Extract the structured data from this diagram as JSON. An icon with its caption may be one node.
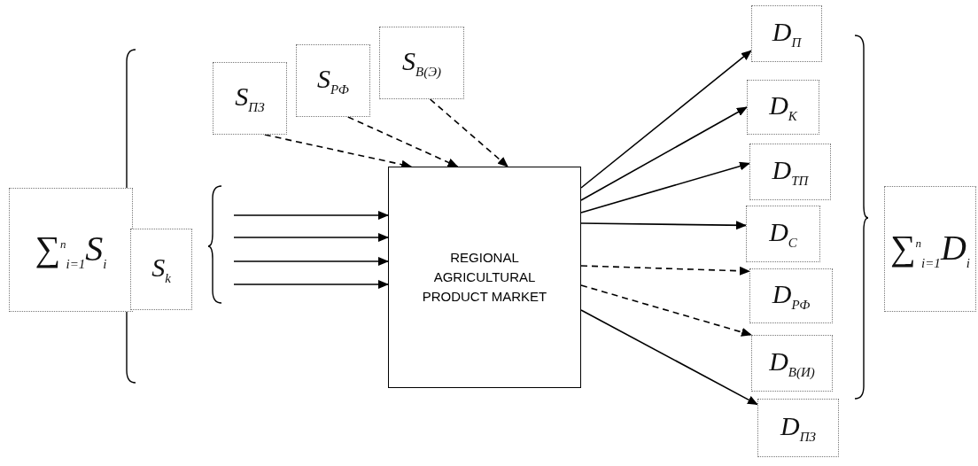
{
  "diagram": {
    "nodes": [
      {
        "text": [
          "∑$^{n}$$_{i=1}$S$_{i}$"
        ]
      },
      {
        "text": [
          "S$_{k}$"
        ]
      },
      {
        "text": [
          "S$_{ПЗ}$"
        ]
      },
      {
        "text": [
          "S$_{РФ}$"
        ]
      },
      {
        "text": [
          "S$_{В(Э)}$"
        ]
      },
      {
        "text": [
          "REGIONAL AGRICULTURAL PRODUCT MARKET"
        ]
      },
      {
        "text": [
          "D$_{П}$"
        ]
      },
      {
        "text": [
          "D$_{К}$"
        ]
      },
      {
        "text": [
          "D$_{ТП}$"
        ]
      },
      {
        "text": [
          "D$_{С}$"
        ]
      },
      {
        "text": [
          "D$_{РФ}$"
        ]
      },
      {
        "text": [
          "D$_{В(И)}$"
        ]
      },
      {
        "text": [
          "D$_{ПЗ}$"
        ]
      },
      {
        "text": [
          "∑$^{n}$$_{i=1}$D$_{i}$"
        ]
      }
    ],
    "edges": [
      {
        "from": null,
        "to": 5,
        "arrow": "to"
      },
      {
        "from": null,
        "to": 5,
        "arrow": "to"
      },
      {
        "from": null,
        "to": 5,
        "arrow": "to"
      },
      {
        "from": null,
        "to": 5,
        "arrow": "to"
      },
      {
        "from": 2,
        "to": 5,
        "arrow": "to",
        "style": "dashed"
      },
      {
        "from": 3,
        "to": 5,
        "arrow": "to",
        "style": "dashed"
      },
      {
        "from": 4,
        "to": 5,
        "arrow": "to",
        "style": "dashed"
      },
      {
        "from": 5,
        "to": 6,
        "arrow": "to"
      },
      {
        "from": 5,
        "to": 7,
        "arrow": "to"
      },
      {
        "from": 5,
        "to": 8,
        "arrow": "to"
      },
      {
        "from": 5,
        "to": 9,
        "arrow": "to"
      },
      {
        "from": 5,
        "to": 10,
        "arrow": "to",
        "style": "dashed"
      },
      {
        "from": 5,
        "to": 11,
        "arrow": "to",
        "style": "dashed"
      },
      {
        "from": 5,
        "to": 12,
        "arrow": "to"
      }
    ]
  }
}
